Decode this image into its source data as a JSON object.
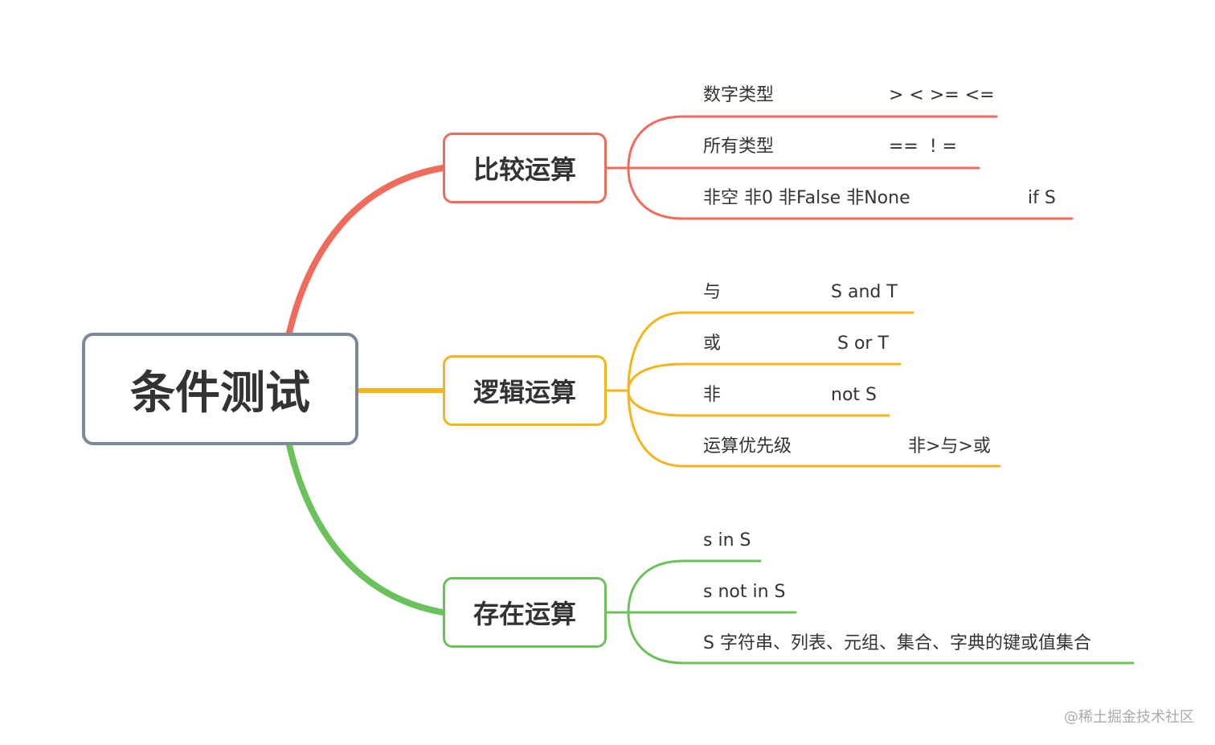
{
  "root": {
    "label": "条件测试",
    "color": "#7d8898"
  },
  "branches": [
    {
      "label": "比较运算",
      "color": "#f06b5b",
      "leaves": [
        {
          "label": "数字类型",
          "value": "> < >= <="
        },
        {
          "label": "所有类型",
          "value": "==  ! ="
        },
        {
          "label": "非空 非0 非False 非None",
          "value": "if S"
        }
      ]
    },
    {
      "label": "逻辑运算",
      "color": "#f5b41b",
      "leaves": [
        {
          "label": "与",
          "value": "S and T"
        },
        {
          "label": "或",
          "value": "S or T"
        },
        {
          "label": "非",
          "value": "not S"
        },
        {
          "label": "运算优先级",
          "value": "非>与>或"
        }
      ]
    },
    {
      "label": "存在运算",
      "color": "#6cc25a",
      "leaves": [
        {
          "label": "s in S",
          "value": ""
        },
        {
          "label": "s not in S",
          "value": ""
        },
        {
          "label": "S 字符串、列表、元组、集合、字典的键或值集合",
          "value": ""
        }
      ]
    }
  ],
  "watermark": "@稀土掘金技术社区"
}
